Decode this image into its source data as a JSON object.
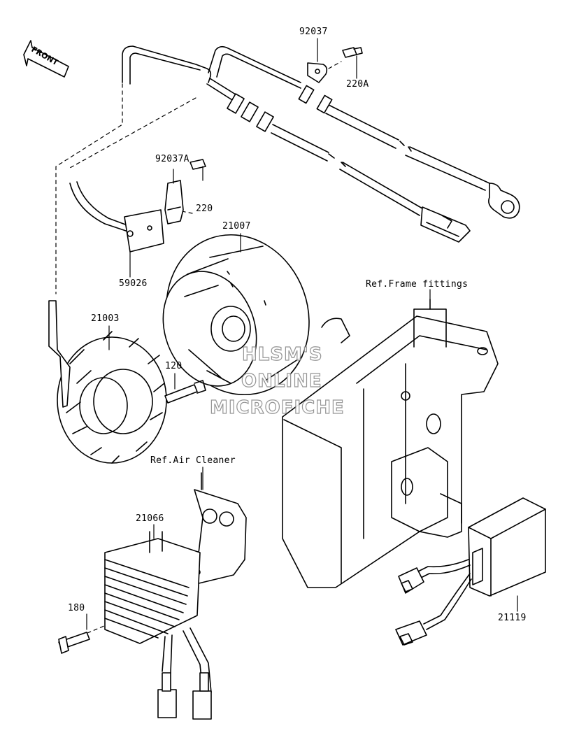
{
  "front_label": "FRONT",
  "parts": [
    {
      "id": "p92037",
      "label": "92037"
    },
    {
      "id": "p220A",
      "label": "220A"
    },
    {
      "id": "p92037A",
      "label": "92037A"
    },
    {
      "id": "p220",
      "label": "220"
    },
    {
      "id": "p21007",
      "label": "21007"
    },
    {
      "id": "p59026",
      "label": "59026"
    },
    {
      "id": "p21003",
      "label": "21003"
    },
    {
      "id": "p120",
      "label": "120"
    },
    {
      "id": "p21066",
      "label": "21066"
    },
    {
      "id": "p180",
      "label": "180"
    },
    {
      "id": "p21119",
      "label": "21119"
    }
  ],
  "references": {
    "frame": "Ref.Frame fittings",
    "air_cleaner": "Ref.Air Cleaner"
  },
  "watermark": {
    "line1": "HLSM'S",
    "line2": "ONLINE",
    "line3": "MICROFICHE"
  }
}
